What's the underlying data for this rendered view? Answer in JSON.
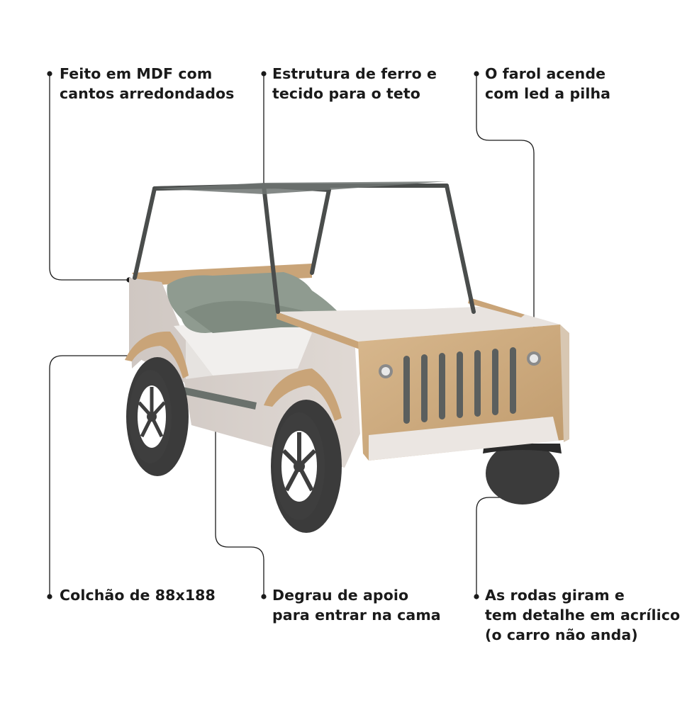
{
  "callouts": {
    "mdf": {
      "lines": [
        "Feito em MDF com",
        "cantos arredondados"
      ]
    },
    "estrutura": {
      "lines": [
        "Estrutura de ferro e",
        "tecido para o teto"
      ]
    },
    "farol": {
      "lines": [
        "O farol acende",
        "com led a pilha"
      ]
    },
    "colchao": {
      "lines": [
        "Colchão de 88x188"
      ]
    },
    "degrau": {
      "lines": [
        "Degrau de apoio",
        "para entrar na cama"
      ]
    },
    "rodas": {
      "lines": [
        "As rodas giram e",
        "tem detalhe em acrílico",
        "(o carro não anda)"
      ]
    }
  },
  "colors": {
    "body": "#d8d0cb",
    "wood": "#c9a478",
    "tire": "#3a3a3a",
    "frame": "#4a4d4c",
    "pillow": "#8d9a8e",
    "leader": "#1a1a1a"
  }
}
